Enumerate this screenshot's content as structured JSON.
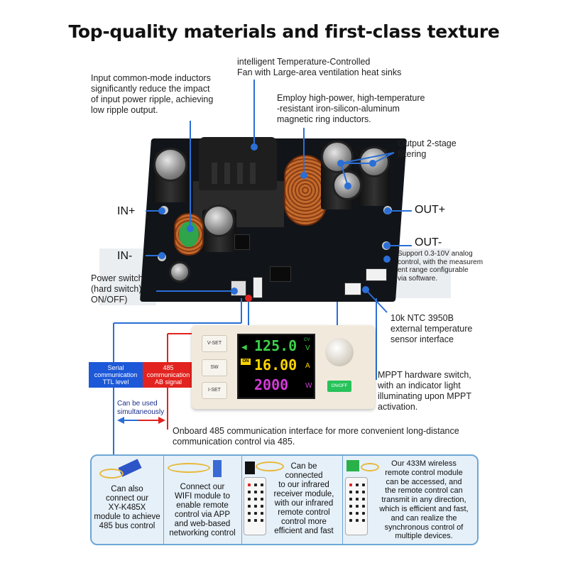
{
  "title": "Top-quality materials and first-class texture",
  "annotations": {
    "fan": "intelligent Temperature-Controlled\nFan with Large-area ventilation heat sinks",
    "inductors_input": "Input common-mode inductors\nsignificantly reduce the impact\nof input power ripple, achieving\nlow ripple output.",
    "ring_inductors": "Employ high-power, high-temperature\n-resistant iron-silicon-aluminum\nmagnetic ring inductors.",
    "filtering": "Output 2-stage\nfiltering",
    "in_plus": "IN+",
    "in_minus": "IN-",
    "out_plus": "OUT+",
    "out_minus": "OUT-",
    "analog": "Support 0.3-10V analog\ncontrol, with the measurem\nent range configurable\nvia software.",
    "power_switch": "Power switch\n(hard switch)\nON/OFF)",
    "ntc": "10k NTC 3950B\nexternal temperature\nsensor interface",
    "mppt": "MPPT hardware switch,\nwith an indicator light\nilluminating upon MPPT\nactivation.",
    "serial": "Serial\ncommunication\nTTL level",
    "rs485": "485\ncommunication\nAB signal",
    "simultaneous": "Can be used\nsimultaneously",
    "onboard485": "Onboard 485 communication interface for more convenient long-distance\ncommunication control via 485."
  },
  "display": {
    "btn_vset": "V-SET",
    "btn_sw": "SW",
    "btn_iset": "I-SET",
    "voltage": "125.0",
    "voltage_unit": "V",
    "voltage_tag": "CV",
    "current": "16.00",
    "current_unit": "A",
    "power": "2000",
    "power_unit": "W",
    "on_badge": "ON",
    "onoff": "ON/OFF"
  },
  "modules": [
    {
      "text": "Can also\nconnect our\nXY-K485X\nmodule to achieve\n485 bus control"
    },
    {
      "text": "Connect our\nWIFI module to\nenable remote\ncontrol via APP\nand web-based\nnetworking control"
    },
    {
      "text": "Can be\nconnected\nto our infrared\nreceiver module,\nwith our infrared\nremote control\ncontrol more\nefficient and fast"
    },
    {
      "text": "Our 433M wireless\nremote control module\ncan be accessed, and\nthe remote control can\ntransmit in any direction,\nwhich is efficient and fast,\nand can realize the\nsynchronous control of\nmultiple devices."
    }
  ],
  "colors": {
    "blue": "#1c58d8",
    "red": "#e2231f",
    "accent_line": "#2b6fd6",
    "panel_bg": "#e6f0f8"
  }
}
